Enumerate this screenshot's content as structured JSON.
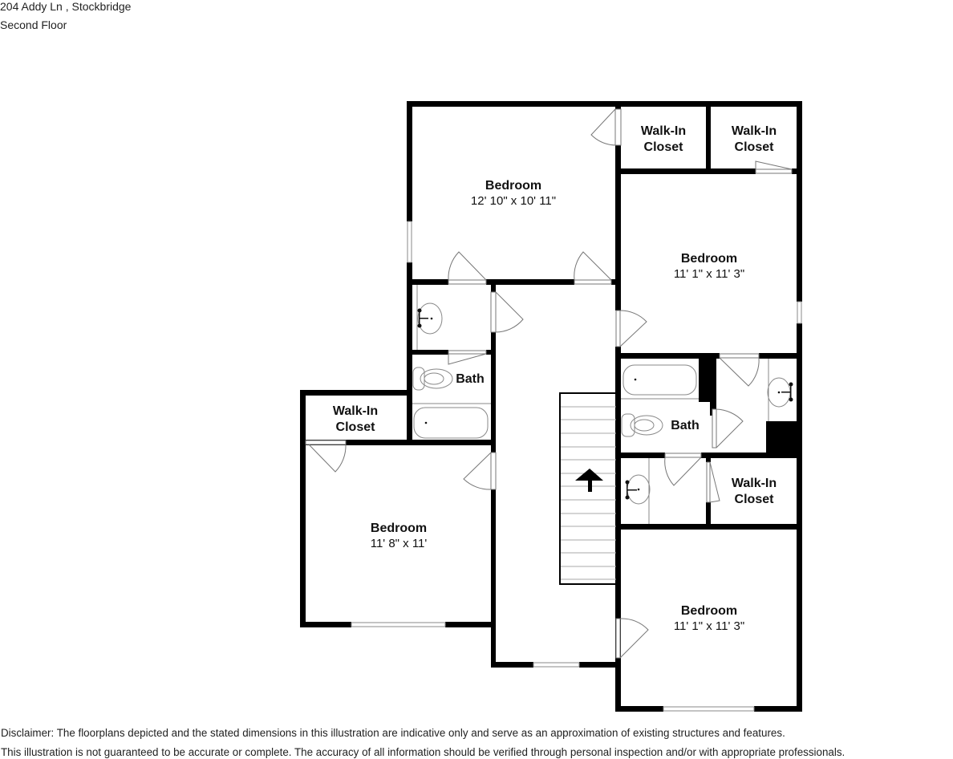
{
  "header": {
    "address": "204 Addy Ln , Stockbridge",
    "floor": "Second Floor"
  },
  "rooms": [
    {
      "id": "bedroom-top",
      "name": "Bedroom",
      "dimensions": "12' 10\" x 10' 11\""
    },
    {
      "id": "bedroom-right-upper",
      "name": "Bedroom",
      "dimensions": "11' 1\" x 11' 3\""
    },
    {
      "id": "bedroom-left",
      "name": "Bedroom",
      "dimensions": "11' 8\" x 11'"
    },
    {
      "id": "bedroom-right-lower",
      "name": "Bedroom",
      "dimensions": "11' 1\" x 11' 3\""
    },
    {
      "id": "walk-in-closet-1",
      "name_line1": "Walk-In",
      "name_line2": "Closet"
    },
    {
      "id": "walk-in-closet-2",
      "name_line1": "Walk-In",
      "name_line2": "Closet"
    },
    {
      "id": "walk-in-closet-left",
      "name_line1": "Walk-In",
      "name_line2": "Closet"
    },
    {
      "id": "walk-in-closet-right",
      "name_line1": "Walk-In",
      "name_line2": "Closet"
    },
    {
      "id": "bath-left",
      "name": "Bath"
    },
    {
      "id": "bath-right",
      "name": "Bath"
    }
  ],
  "stairs": {
    "direction": "up"
  },
  "disclaimer": {
    "line1": "Disclaimer: The floorplans depicted and the stated dimensions in this illustration are indicative only and serve as an approximation of existing structures and features.",
    "line2": "This illustration is not guaranteed to be accurate or complete. The accuracy of all information should be verified through personal inspection and/or with appropriate professionals."
  },
  "colors": {
    "wall": "#000000",
    "fixture_line": "#888888",
    "background": "#ffffff"
  }
}
